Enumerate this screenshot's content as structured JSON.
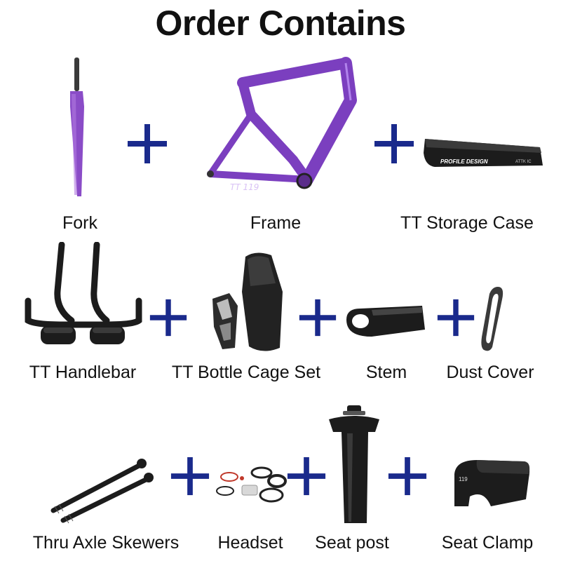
{
  "title": "Order Contains",
  "colors": {
    "plus": "#1a2a8c",
    "frame_purple": "#7b3fbf",
    "part_black": "#1c1c1c",
    "text": "#111111"
  },
  "items": [
    {
      "label": "Fork",
      "icon": "fork-icon"
    },
    {
      "label": "Frame",
      "icon": "frame-icon"
    },
    {
      "label": "TT Storage Case",
      "icon": "storage-case-icon"
    },
    {
      "label": "TT Handlebar",
      "icon": "handlebar-icon"
    },
    {
      "label": "TT Bottle Cage Set",
      "icon": "bottle-cage-icon"
    },
    {
      "label": "Stem",
      "icon": "stem-icon"
    },
    {
      "label": "Dust Cover",
      "icon": "dust-cover-icon"
    },
    {
      "label": "Thru Axle Skewers",
      "icon": "thru-axle-icon"
    },
    {
      "label": "Headset",
      "icon": "headset-icon"
    },
    {
      "label": "Seat post",
      "icon": "seatpost-icon"
    },
    {
      "label": "Seat Clamp",
      "icon": "seat-clamp-icon"
    }
  ],
  "frame_decal": "TT 119",
  "case_brand": "PROFILE DESIGN",
  "case_model": "ATTK IC",
  "clamp_mark": "119"
}
